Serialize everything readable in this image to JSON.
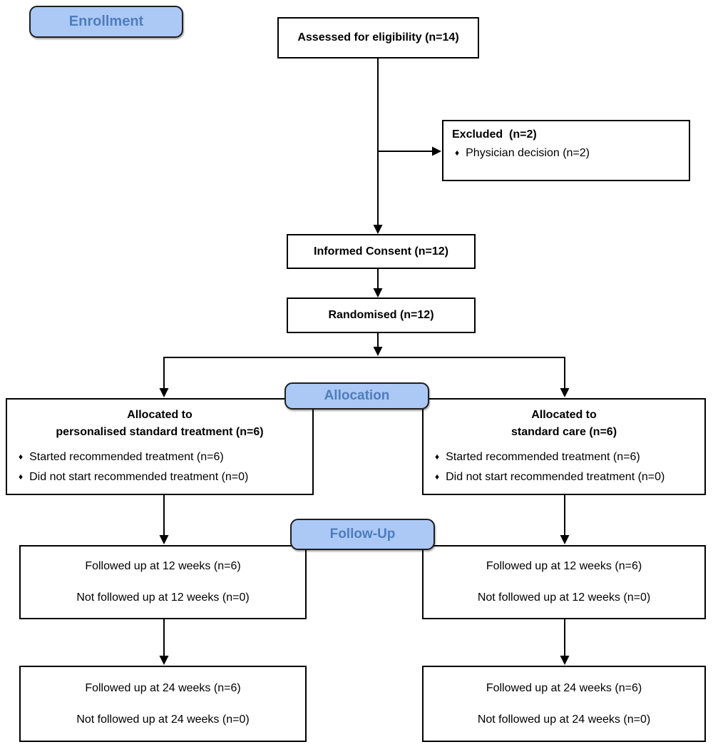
{
  "diagram": {
    "stages": {
      "enrollment": "Enrollment",
      "allocation": "Allocation",
      "followup": "Follow-Up"
    },
    "bullet_char": "♦",
    "assessed": {
      "text": "Assessed for eligibility (n=14)"
    },
    "excluded": {
      "title": "Excluded  (n=2)",
      "bullets": [
        "Physician decision (n=2)"
      ]
    },
    "consent": {
      "text": "Informed Consent (n=12)"
    },
    "randomised": {
      "text": "Randomised (n=12)"
    },
    "allocation_left": {
      "title_line1": "Allocated to",
      "title_line2": "personalised standard treatment (n=6)",
      "bullets": [
        "Started recommended treatment (n=6)",
        "Did not start recommended treatment (n=0)"
      ]
    },
    "allocation_right": {
      "title_line1": "Allocated to",
      "title_line2": "standard care (n=6)",
      "bullets": [
        "Started recommended treatment (n=6)",
        "Did not start recommended treatment (n=0)"
      ]
    },
    "followup12_left": {
      "line1": "Followed up at 12 weeks (n=6)",
      "line2": "Not followed up at 12 weeks (n=0)"
    },
    "followup12_right": {
      "line1": "Followed up at 12 weeks (n=6)",
      "line2": "Not followed up at 12 weeks (n=0)"
    },
    "followup24_left": {
      "line1": "Followed up at 24 weeks (n=6)",
      "line2": "Not followed up at 24 weeks (n=0)"
    },
    "followup24_right": {
      "line1": "Followed up at 24 weeks (n=6)",
      "line2": "Not followed up at 24 weeks (n=0)"
    },
    "colors": {
      "stage_fill": "#ACC8F5",
      "stage_border": "#1F1F1F",
      "stage_text": "#4E7DBE",
      "box_fill": "#FFFFFF",
      "box_border": "#000000",
      "line": "#000000"
    }
  }
}
